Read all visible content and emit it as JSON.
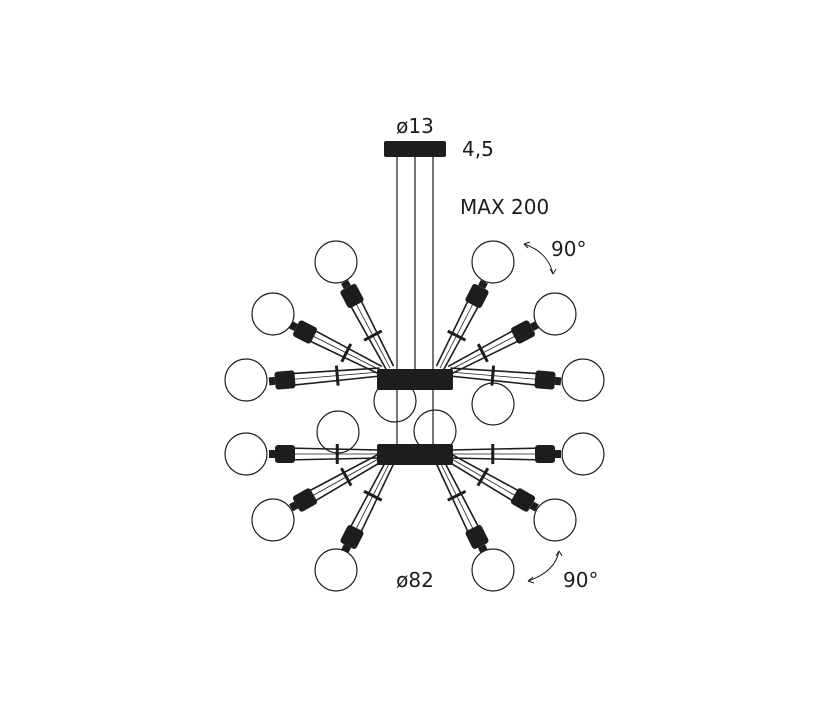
{
  "dimensions": {
    "canopy_diameter": "ø13",
    "canopy_height": "4,5",
    "max_drop": "MAX 200",
    "overall_diameter": "ø82",
    "upper_arm_rotation": "90°",
    "lower_arm_rotation": "90°"
  },
  "colors": {
    "ink": "#1d1d1b",
    "background": "#ffffff"
  },
  "product": {
    "arms_per_tier": 6,
    "tiers": 2,
    "canopy": "canopy-shape",
    "bulb": "globe-bulb-icon",
    "rotation_arrow": "curved-double-arrow-icon"
  }
}
